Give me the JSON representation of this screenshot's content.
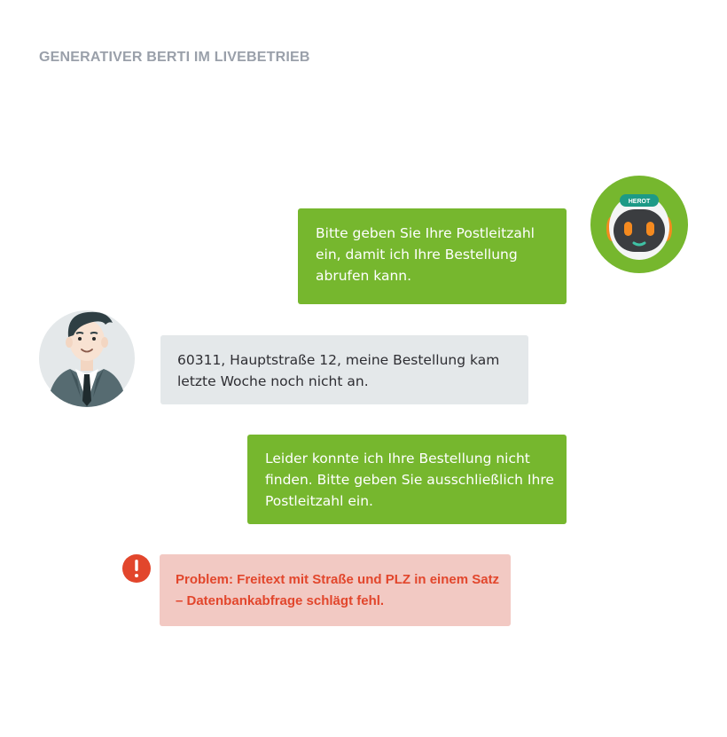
{
  "heading": "GENERATIVER BERTI IM LIVEBETRIEB",
  "bot_badge": "HEROT",
  "messages": {
    "bot_1": "Bitte geben Sie Ihre Postleitzahl ein, damit  ich Ihre Bestellung abrufen kann.",
    "user_1": "60311, Hauptstraße 12, meine Bestellung kam letzte Woche noch nicht an.",
    "bot_2": "Leider konnte ich Ihre Bestellung nicht finden. Bitte geben Sie ausschließlich Ihre Postleitzahl ein.",
    "problem": "Problem: Freitext mit Straße und PLZ in einem Satz – Datenbankabfrage schlägt fehl."
  },
  "colors": {
    "bot_bubble": "#76b72e",
    "user_bubble": "#e4e8ea",
    "problem_bubble": "#f2c9c3",
    "problem_text": "#e2462c",
    "alert_icon": "#e2462c",
    "heading": "#9aa0aa"
  },
  "icons": {
    "bot": "robot-avatar-icon",
    "user": "businessman-avatar-icon",
    "alert": "exclamation-circle-icon"
  }
}
